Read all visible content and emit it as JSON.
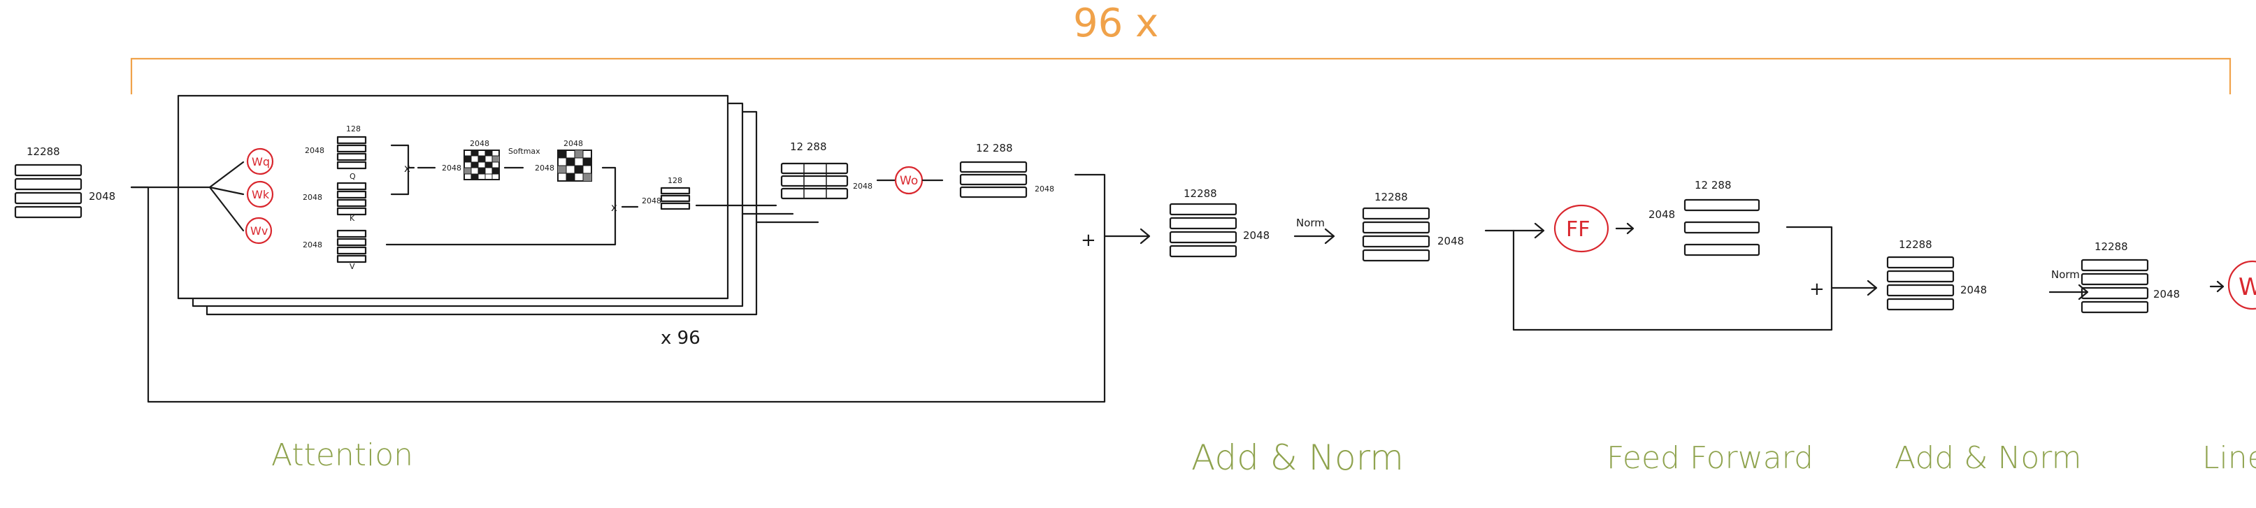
{
  "repeat_label": "96 x",
  "heads_label": "x 96",
  "input": {
    "width": "12288",
    "height": "2048"
  },
  "weights": {
    "wq": "Wq",
    "wk": "Wk",
    "wv": "Wv",
    "wo": "Wo",
    "ff": "FF",
    "final": "W"
  },
  "attention": {
    "q_dim": "2048",
    "k_dim": "2048",
    "v_dim": "2048",
    "head_dim": "128",
    "q": "Q",
    "k": "K",
    "v": "V",
    "mult": "x",
    "scores_top": "2048",
    "scores_side": "2048",
    "softmax": "Softmax",
    "soft_top": "2048",
    "soft_side": "2048",
    "out_dim": "128",
    "out_side": "2048"
  },
  "concat": {
    "width": "12 288",
    "height": "2048"
  },
  "proj": {
    "width": "12 288",
    "height": "2048"
  },
  "addnorm1": {
    "in_w": "12288",
    "in_h": "2048",
    "norm": "Norm",
    "out_w": "12288",
    "out_h": "2048",
    "plus": "+"
  },
  "ff": {
    "out_w": "12 288",
    "out_h": "2048"
  },
  "addnorm2": {
    "in_w": "12288",
    "in_h": "2048",
    "norm": "Norm",
    "out_w": "12288",
    "out_h": "2048",
    "plus": "+"
  },
  "section_labels": {
    "attention": "Attention",
    "add_norm_1": "Add & Norm",
    "feed_forward": "Feed Forward",
    "add_norm_2": "Add & Norm",
    "linear": "Linea"
  }
}
